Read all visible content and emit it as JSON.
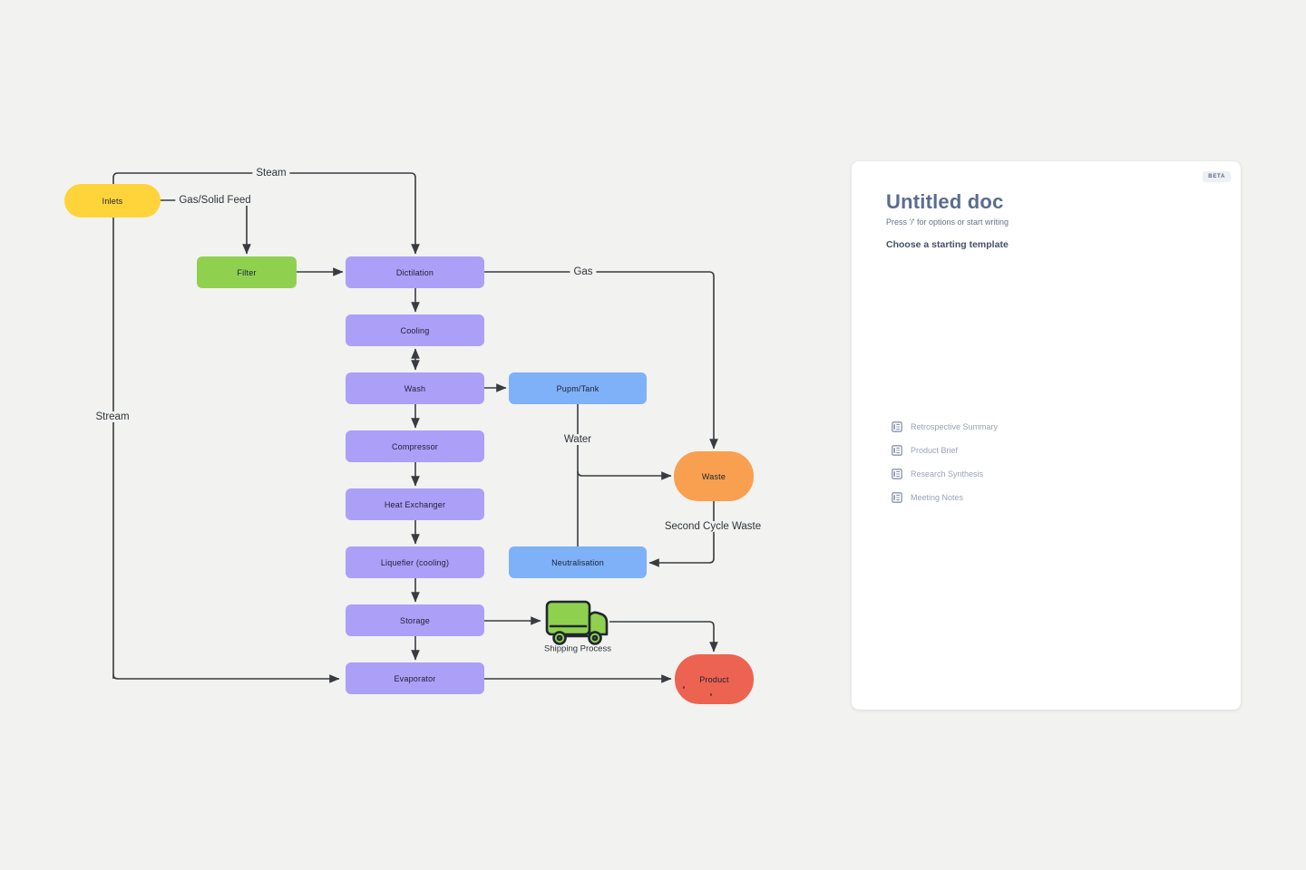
{
  "flow": {
    "nodes": {
      "inlets": {
        "label": "Inlets",
        "color": "#FFD43B"
      },
      "filter": {
        "label": "Filter",
        "color": "#8FD14F"
      },
      "dictilation": {
        "label": "Dictilation",
        "color": "#AC9FF8"
      },
      "cooling": {
        "label": "Cooling",
        "color": "#AC9FF8"
      },
      "wash": {
        "label": "Wash",
        "color": "#AC9FF8"
      },
      "pump_tank": {
        "label": "Pupm/Tank",
        "color": "#7EB1F8"
      },
      "compressor": {
        "label": "Compressor",
        "color": "#AC9FF8"
      },
      "heat_exchanger": {
        "label": "Heat Exchanger",
        "color": "#AC9FF8"
      },
      "liquefier": {
        "label": "Liquefier (cooling)",
        "color": "#AC9FF8"
      },
      "neutralisation": {
        "label": "Neutralisation",
        "color": "#7EB1F8"
      },
      "storage": {
        "label": "Storage",
        "color": "#AC9FF8"
      },
      "evaporator": {
        "label": "Evaporator",
        "color": "#AC9FF8"
      },
      "waste": {
        "label": "Waste",
        "color": "#F9A050"
      },
      "product": {
        "label": "Product",
        "color": "#ED6351"
      }
    },
    "labels": {
      "steam": "Steam",
      "gas_solid_feed": "Gas/Solid Feed",
      "gas": "Gas",
      "water": "Water",
      "stream": "Stream",
      "second_cycle_waste": "Second Cycle Waste",
      "shipping_process": "Shipping Process"
    },
    "icons": {
      "shipping": "truck-icon"
    },
    "connector_color": "#383C40"
  },
  "panel": {
    "beta": "BETA",
    "title": "Untitled doc",
    "subtitle": "Press '/' for options or start writing",
    "templates_header": "Choose a starting template",
    "templates": [
      {
        "label": "Retrospective Summary",
        "icon": "doc-lines-icon"
      },
      {
        "label": "Product Brief",
        "icon": "doc-lines-icon"
      },
      {
        "label": "Research Synthesis",
        "icon": "doc-lines-icon"
      },
      {
        "label": "Meeting Notes",
        "icon": "doc-lines-icon"
      }
    ],
    "colors": {
      "panel_bg": "#FFFFFF",
      "title": "#5B6C90",
      "template_text": "#9AA2B4",
      "canvas_bg": "#F2F2F0"
    }
  }
}
